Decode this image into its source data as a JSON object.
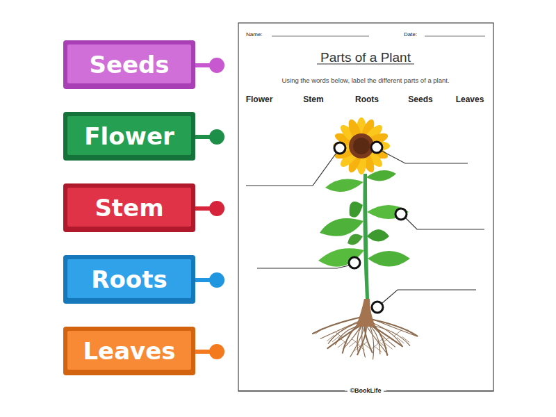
{
  "diagram": {
    "title": "Parts of a Plant",
    "nodes": [
      {
        "text": [
          "Seeds"
        ]
      },
      {
        "text": [
          "Flower"
        ]
      },
      {
        "text": [
          "Stem"
        ]
      },
      {
        "text": [
          "Roots"
        ]
      },
      {
        "text": [
          "Leaves"
        ]
      }
    ],
    "labels": [
      "Name:",
      "Date:",
      "Using the words below, label the different parts of a plant.",
      "Flower",
      "Stem",
      "Roots",
      "Seeds",
      "Leaves",
      "©BookLife"
    ]
  }
}
